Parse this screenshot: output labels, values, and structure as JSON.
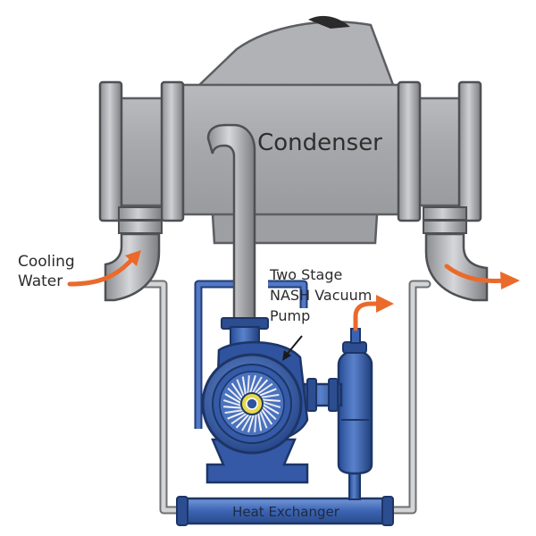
{
  "diagram": {
    "labels": {
      "condenser": "Condenser",
      "cooling_water_line1": "Cooling",
      "cooling_water_line2": "Water",
      "pump_line1": "Two Stage",
      "pump_line2": "NASH Vacuum",
      "pump_line3": "Pump",
      "heat_exchanger": "Heat Exchanger"
    },
    "colors": {
      "condenser_fill": "#a7a8ac",
      "condenser_dark": "#8a8b8f",
      "pipe_gray": "#c9cacc",
      "pipe_outline": "#6e7073",
      "pump_blue": "#3a63b3",
      "pump_blue_dark": "#22407f",
      "flow_arrow": "#ea6a2c"
    },
    "icons": [
      "impeller-icon",
      "flow-arrow-icon"
    ]
  }
}
